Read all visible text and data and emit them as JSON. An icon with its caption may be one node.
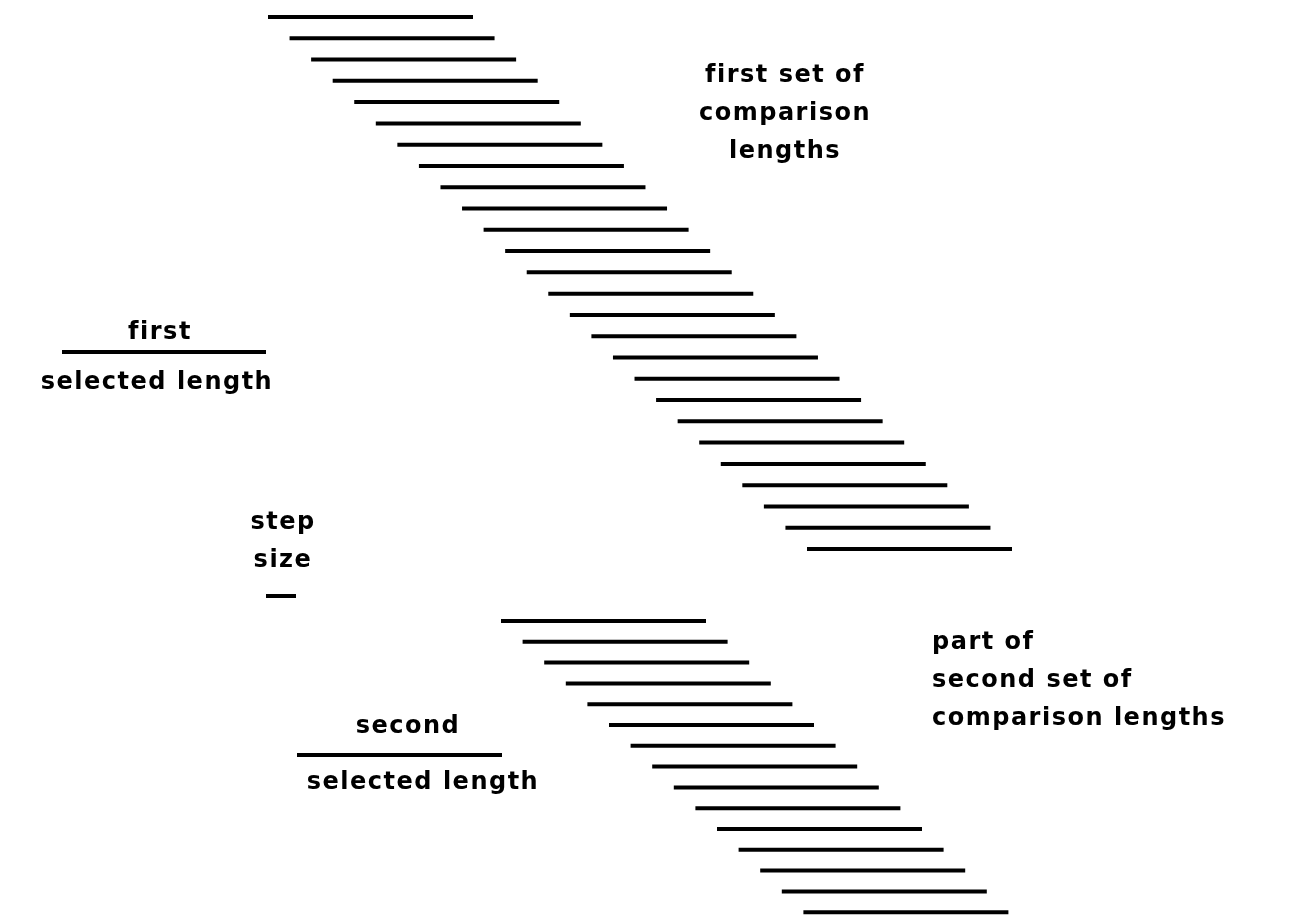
{
  "diagram": {
    "labels": [
      "first set of comparison lengths",
      "first",
      "selected length",
      "step size",
      "part of second set of comparison lengths",
      "second",
      "selected length"
    ]
  }
}
